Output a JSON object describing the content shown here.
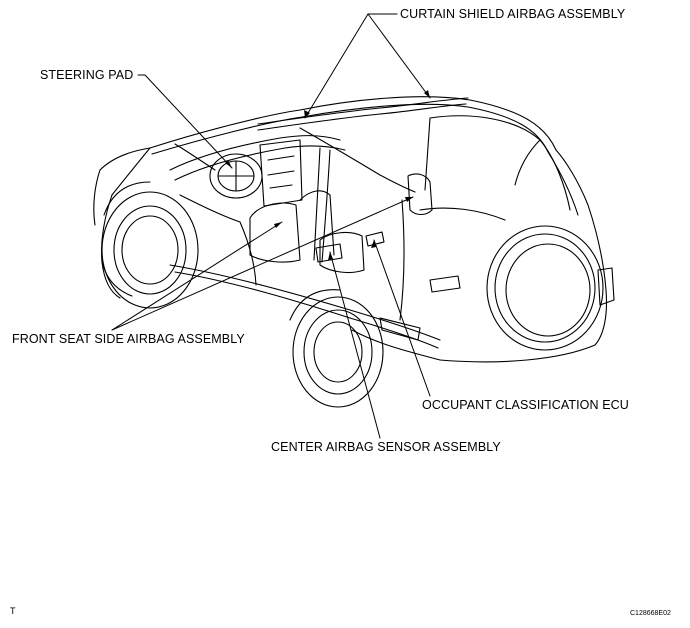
{
  "labels": {
    "curtain_shield": "CURTAIN SHIELD AIRBAG ASSEMBLY",
    "steering_pad": "STEERING PAD",
    "front_seat_side": "FRONT SEAT SIDE AIRBAG ASSEMBLY",
    "occupant_ecu": "OCCUPANT CLASSIFICATION ECU",
    "center_sensor": "CENTER AIRBAG SENSOR ASSEMBLY"
  },
  "footer": {
    "corner_mark": "T",
    "figure_code": "C128668E02"
  },
  "colors": {
    "line": "#000000",
    "background": "#ffffff"
  }
}
